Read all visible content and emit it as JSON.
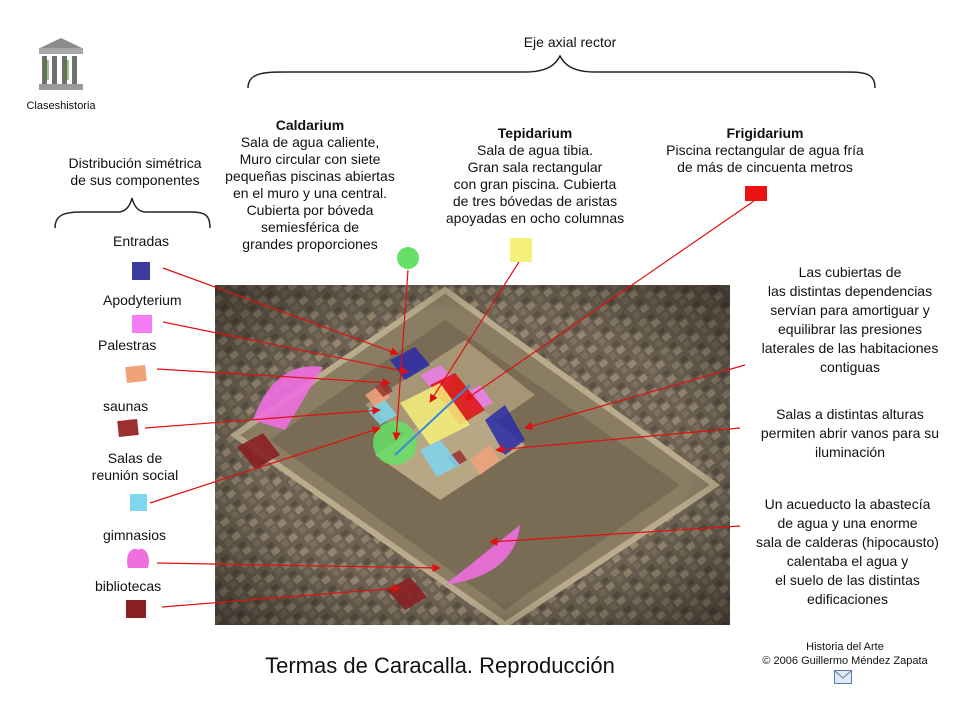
{
  "header": {
    "logo_caption": "Claseshistoria",
    "axis_label": "Eje axial rector"
  },
  "symmetry": {
    "line1": "Distribución simétrica",
    "line2": "de sus componentes"
  },
  "legend": [
    {
      "label": "Entradas",
      "color": "#3b3b9c"
    },
    {
      "label": "Apodyterium",
      "color": "#f47cf4"
    },
    {
      "label": "Palestras",
      "color": "#f2a27a"
    },
    {
      "label": "saunas",
      "color": "#9a3030"
    },
    {
      "label_line1": "Salas de",
      "label_line2": "reunión social",
      "color": "#7fd6f0"
    },
    {
      "label": "gimnasios",
      "color": "#f06ee0"
    },
    {
      "label": "bibliotecas",
      "color": "#8a1f24"
    }
  ],
  "caldarium": {
    "title": "Caldarium",
    "lines": [
      "Sala de agua caliente,",
      "Muro circular con siete",
      "pequeñas piscinas abiertas",
      "en el muro y una central.",
      "Cubierta por bóveda",
      "semiesférica de",
      "grandes proporciones"
    ],
    "color": "#66e066"
  },
  "tepidarium": {
    "title": "Tepidarium",
    "lines": [
      "Sala de agua tibia.",
      "Gran sala rectangular",
      "con gran piscina. Cubierta",
      "de tres bóvedas de aristas",
      "apoyadas en ocho columnas"
    ],
    "color": "#f5f07a"
  },
  "frigidarium": {
    "title": "Frigidarium",
    "lines": [
      "Piscina rectangular de agua fría",
      "de más de cincuenta metros"
    ],
    "color": "#ee1111"
  },
  "notes": {
    "cubiertas": [
      "Las cubiertas de",
      "las distintas dependencias",
      "servían para amortiguar y",
      "equilibrar las presiones",
      "laterales de las habitaciones",
      "contiguas"
    ],
    "alturas": [
      "Salas a distintas alturas",
      "permiten abrir vanos para su",
      "iluminación"
    ],
    "acueducto": [
      "Un acueducto la abastecía",
      "de agua y una enorme",
      "sala de calderas (hipocausto)",
      "calentaba el agua y",
      "el suelo de las distintas",
      "edificaciones"
    ]
  },
  "footer": {
    "title": "Termas de Caracalla. Reproducción",
    "credit_line1": "Historia del Arte",
    "credit_line2": "© 2006 Guillermo Méndez Zapata"
  },
  "colors": {
    "arrow": "#e01010",
    "brace": "#222222"
  }
}
